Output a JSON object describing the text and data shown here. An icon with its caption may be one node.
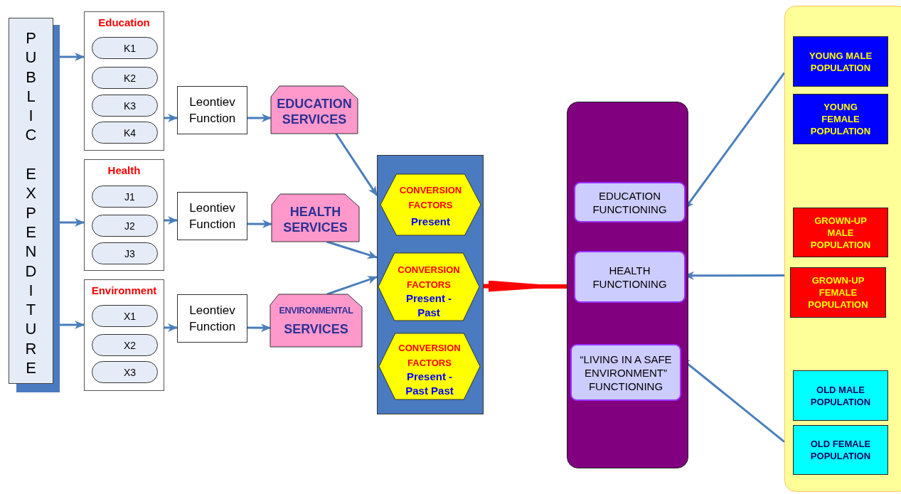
{
  "diagram": {
    "nodes": [
      {
        "text": [
          "PUBLIC EXPENDITURE"
        ]
      },
      {
        "text": [
          "Education"
        ]
      },
      {
        "text": [
          "K1"
        ],
        "in": 1
      },
      {
        "text": [
          "K2"
        ],
        "in": 1
      },
      {
        "text": [
          "K3"
        ],
        "in": 1
      },
      {
        "text": [
          "K4"
        ],
        "in": 1
      },
      {
        "text": [
          "Health"
        ]
      },
      {
        "text": [
          "J1"
        ],
        "in": 6
      },
      {
        "text": [
          "J2"
        ],
        "in": 6
      },
      {
        "text": [
          "J3"
        ],
        "in": 6
      },
      {
        "text": [
          "Environment"
        ]
      },
      {
        "text": [
          "X1"
        ],
        "in": 10
      },
      {
        "text": [
          "X2"
        ],
        "in": 10
      },
      {
        "text": [
          "X3"
        ],
        "in": 10
      },
      {
        "text": [
          "Leontiev Function"
        ]
      },
      {
        "text": [
          "Leontiev Function"
        ]
      },
      {
        "text": [
          "Leontiev Function"
        ]
      },
      {
        "text": [
          "EDUCATION SERVICES"
        ]
      },
      {
        "text": [
          "HEALTH SERVICES"
        ]
      },
      {
        "text": [
          "ENVIRONMENTAL",
          "SERVICES"
        ]
      },
      {
        "text": [],
        "shape": "box"
      },
      {
        "text": [
          "CONVERSION FACTORS",
          "Present"
        ],
        "in": 20
      },
      {
        "text": [
          "CONVERSION FACTORS",
          "Present - Past"
        ],
        "in": 20
      },
      {
        "text": [
          "CONVERSION FACTORS",
          "Present - Past Past"
        ],
        "in": 20
      },
      {
        "text": [],
        "shape": "box"
      },
      {
        "text": [
          "EDUCATION FUNCTIONING"
        ],
        "in": 24
      },
      {
        "text": [
          "HEALTH FUNCTIONING"
        ],
        "in": 24
      },
      {
        "text": [
          "“LIVING IN A SAFE ENVIRONMENT” FUNCTIONING"
        ],
        "in": 24
      },
      {
        "text": [],
        "shape": "box"
      },
      {
        "text": [
          "YOUNG MALE POPULATION"
        ],
        "in": 28
      },
      {
        "text": [
          "YOUNG FEMALE POPULATION"
        ],
        "in": 28
      },
      {
        "text": [
          "GROWN-UP MALE POPULATION"
        ],
        "in": 28
      },
      {
        "text": [
          "GROWN-UP FEMALE POPULATION"
        ],
        "in": 28
      },
      {
        "text": [
          "OLD MALE POPULATION"
        ],
        "in": 28
      },
      {
        "text": [
          "OLD FEMALE POPULATION"
        ],
        "in": 28
      }
    ],
    "edges": [
      {
        "from": 0,
        "to": 1,
        "arrow": "to"
      },
      {
        "from": 0,
        "to": 6,
        "arrow": "to"
      },
      {
        "from": 0,
        "to": 10,
        "arrow": "to"
      },
      {
        "from": 1,
        "to": 14,
        "arrow": "to"
      },
      {
        "from": 6,
        "to": 15,
        "arrow": "to"
      },
      {
        "from": 10,
        "to": 16,
        "arrow": "to"
      },
      {
        "from": 14,
        "to": 17,
        "arrow": "to"
      },
      {
        "from": 15,
        "to": 18,
        "arrow": "to"
      },
      {
        "from": 16,
        "to": 19,
        "arrow": "to"
      },
      {
        "from": 17,
        "to": 20,
        "arrow": "to"
      },
      {
        "from": 18,
        "to": 20,
        "arrow": "to"
      },
      {
        "from": 19,
        "to": 20,
        "arrow": "to"
      },
      {
        "from": 22,
        "to": 24,
        "arrow": "to",
        "style": "thick",
        "color": "#ff0000"
      },
      {
        "from": 28,
        "to": 25,
        "arrow": "to"
      },
      {
        "from": 28,
        "to": 26,
        "arrow": "to"
      },
      {
        "from": 28,
        "to": 27,
        "arrow": "to"
      }
    ]
  }
}
